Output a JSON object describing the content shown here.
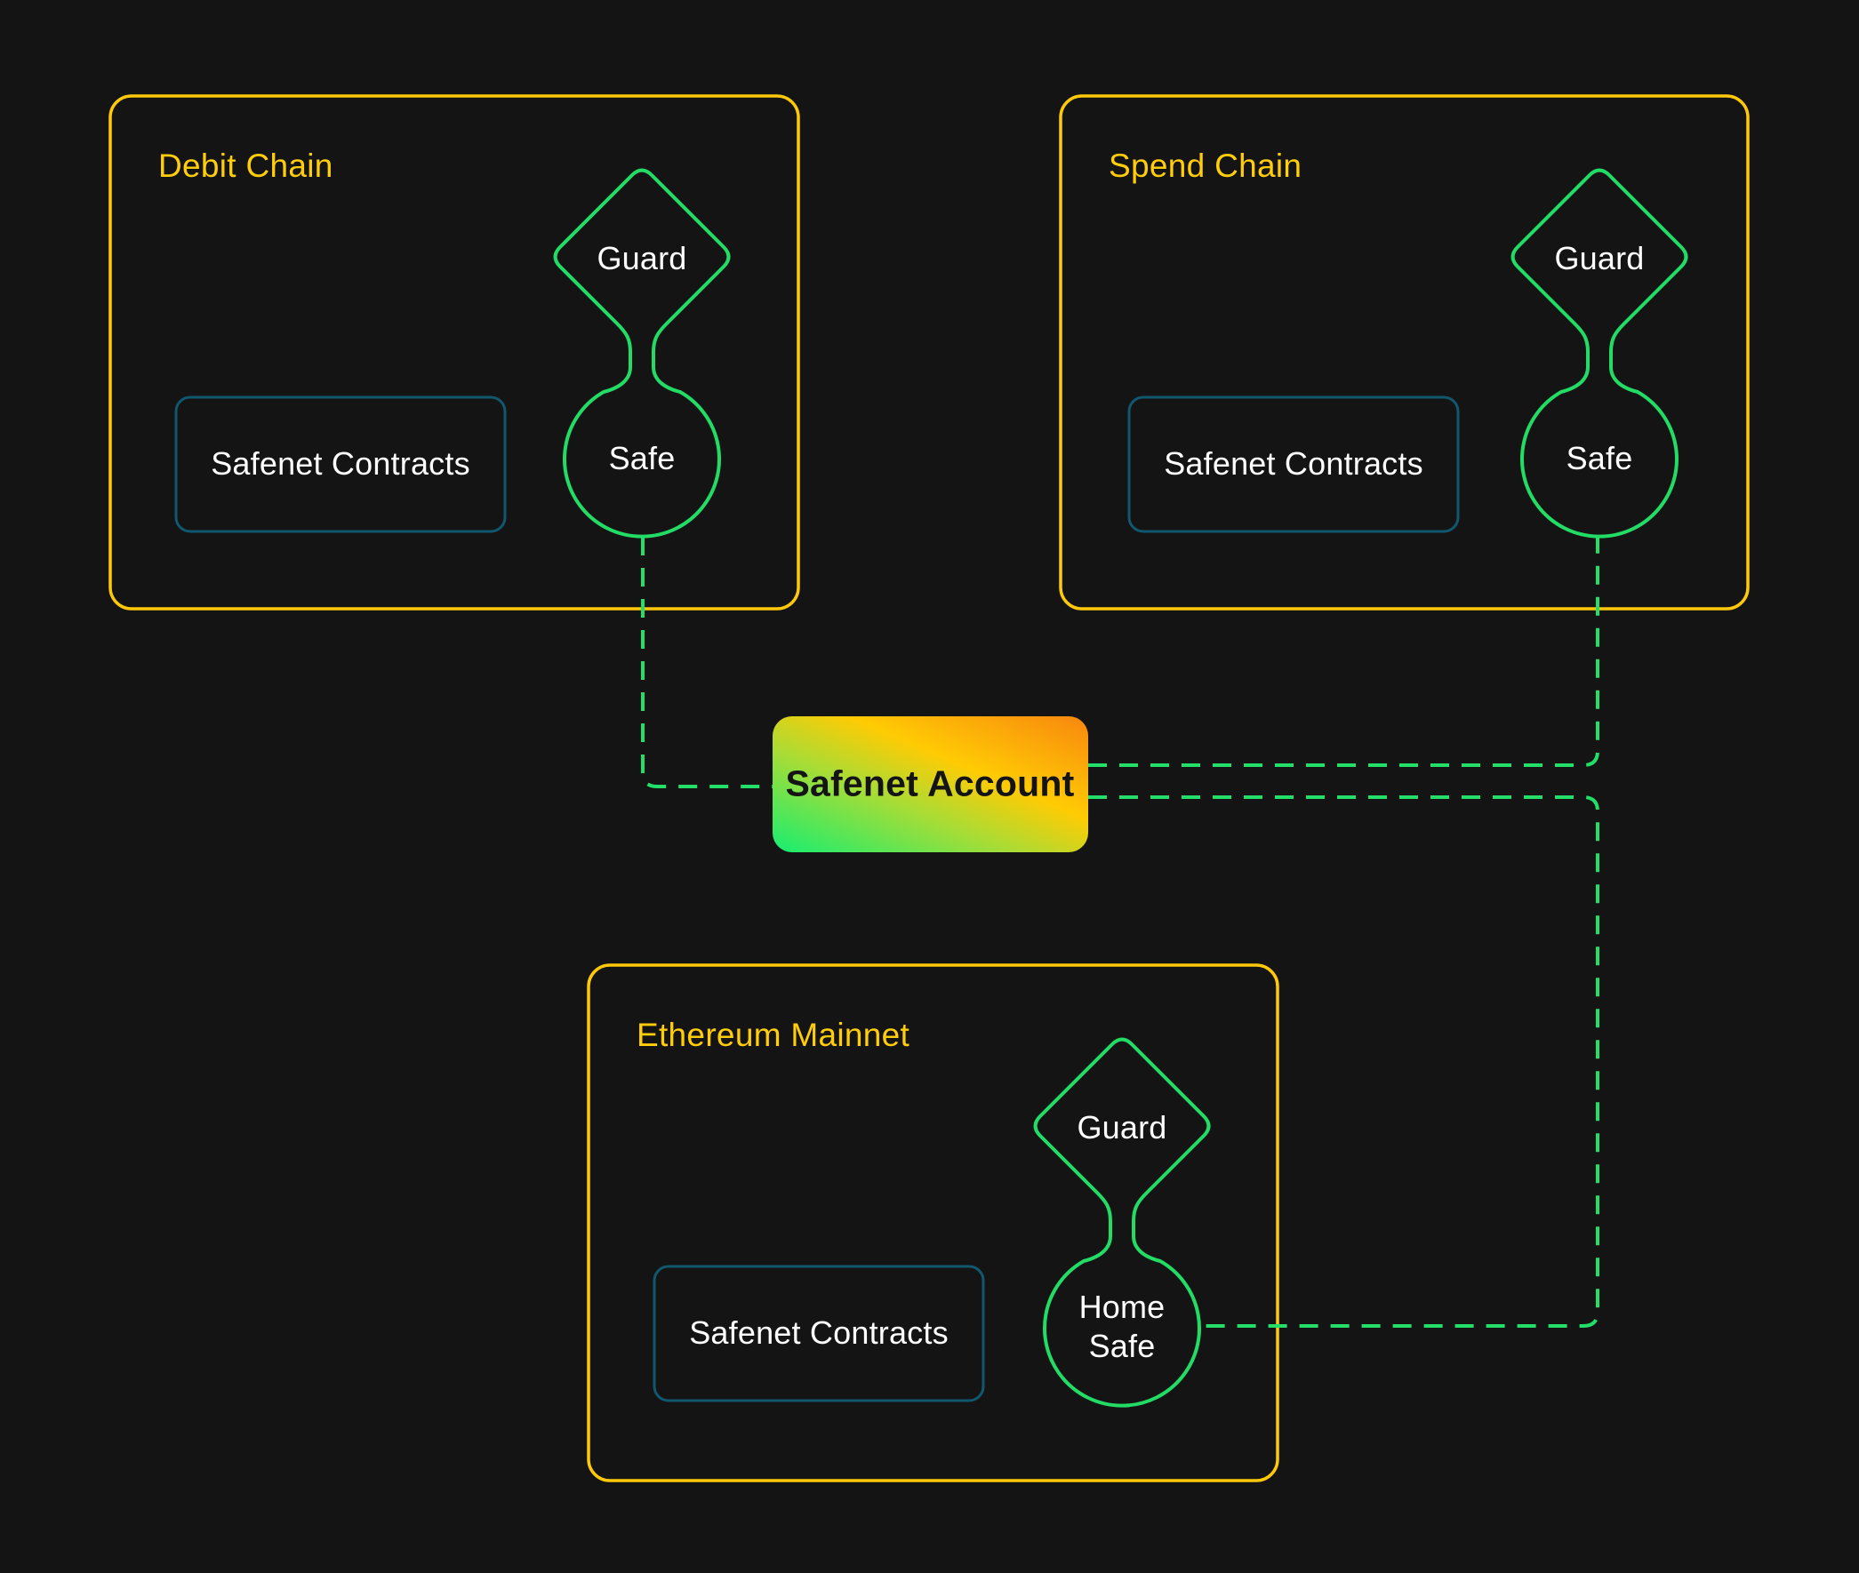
{
  "canvas": {
    "width": "2091",
    "height": "1770",
    "background": "#141414"
  },
  "colors": {
    "chain_border": "#FFC90A",
    "chain_title": "#FFCD0A",
    "node_green": "#22DC66",
    "connector_green": "#23DE69",
    "contracts_border": "#11586E",
    "label_white": "#FFFFFF",
    "account_text": "#141414",
    "account_gradient_start": "#16EE71",
    "account_gradient_mid1": "#A9DC35",
    "account_gradient_mid2": "#FFCB04",
    "account_gradient_end": "#F8870E"
  },
  "chains": [
    {
      "title": "Debit Chain",
      "contracts_label": "Safenet Contracts",
      "guard_label": "Guard",
      "safe_label": "Safe"
    },
    {
      "title": "Spend Chain",
      "contracts_label": "Safenet Contracts",
      "guard_label": "Guard",
      "safe_label": "Safe"
    },
    {
      "title": "Ethereum Mainnet",
      "contracts_label": "Safenet Contracts",
      "guard_label": "Guard",
      "safe_label": "Home Safe"
    }
  ],
  "account": {
    "label": "Safenet Account"
  }
}
